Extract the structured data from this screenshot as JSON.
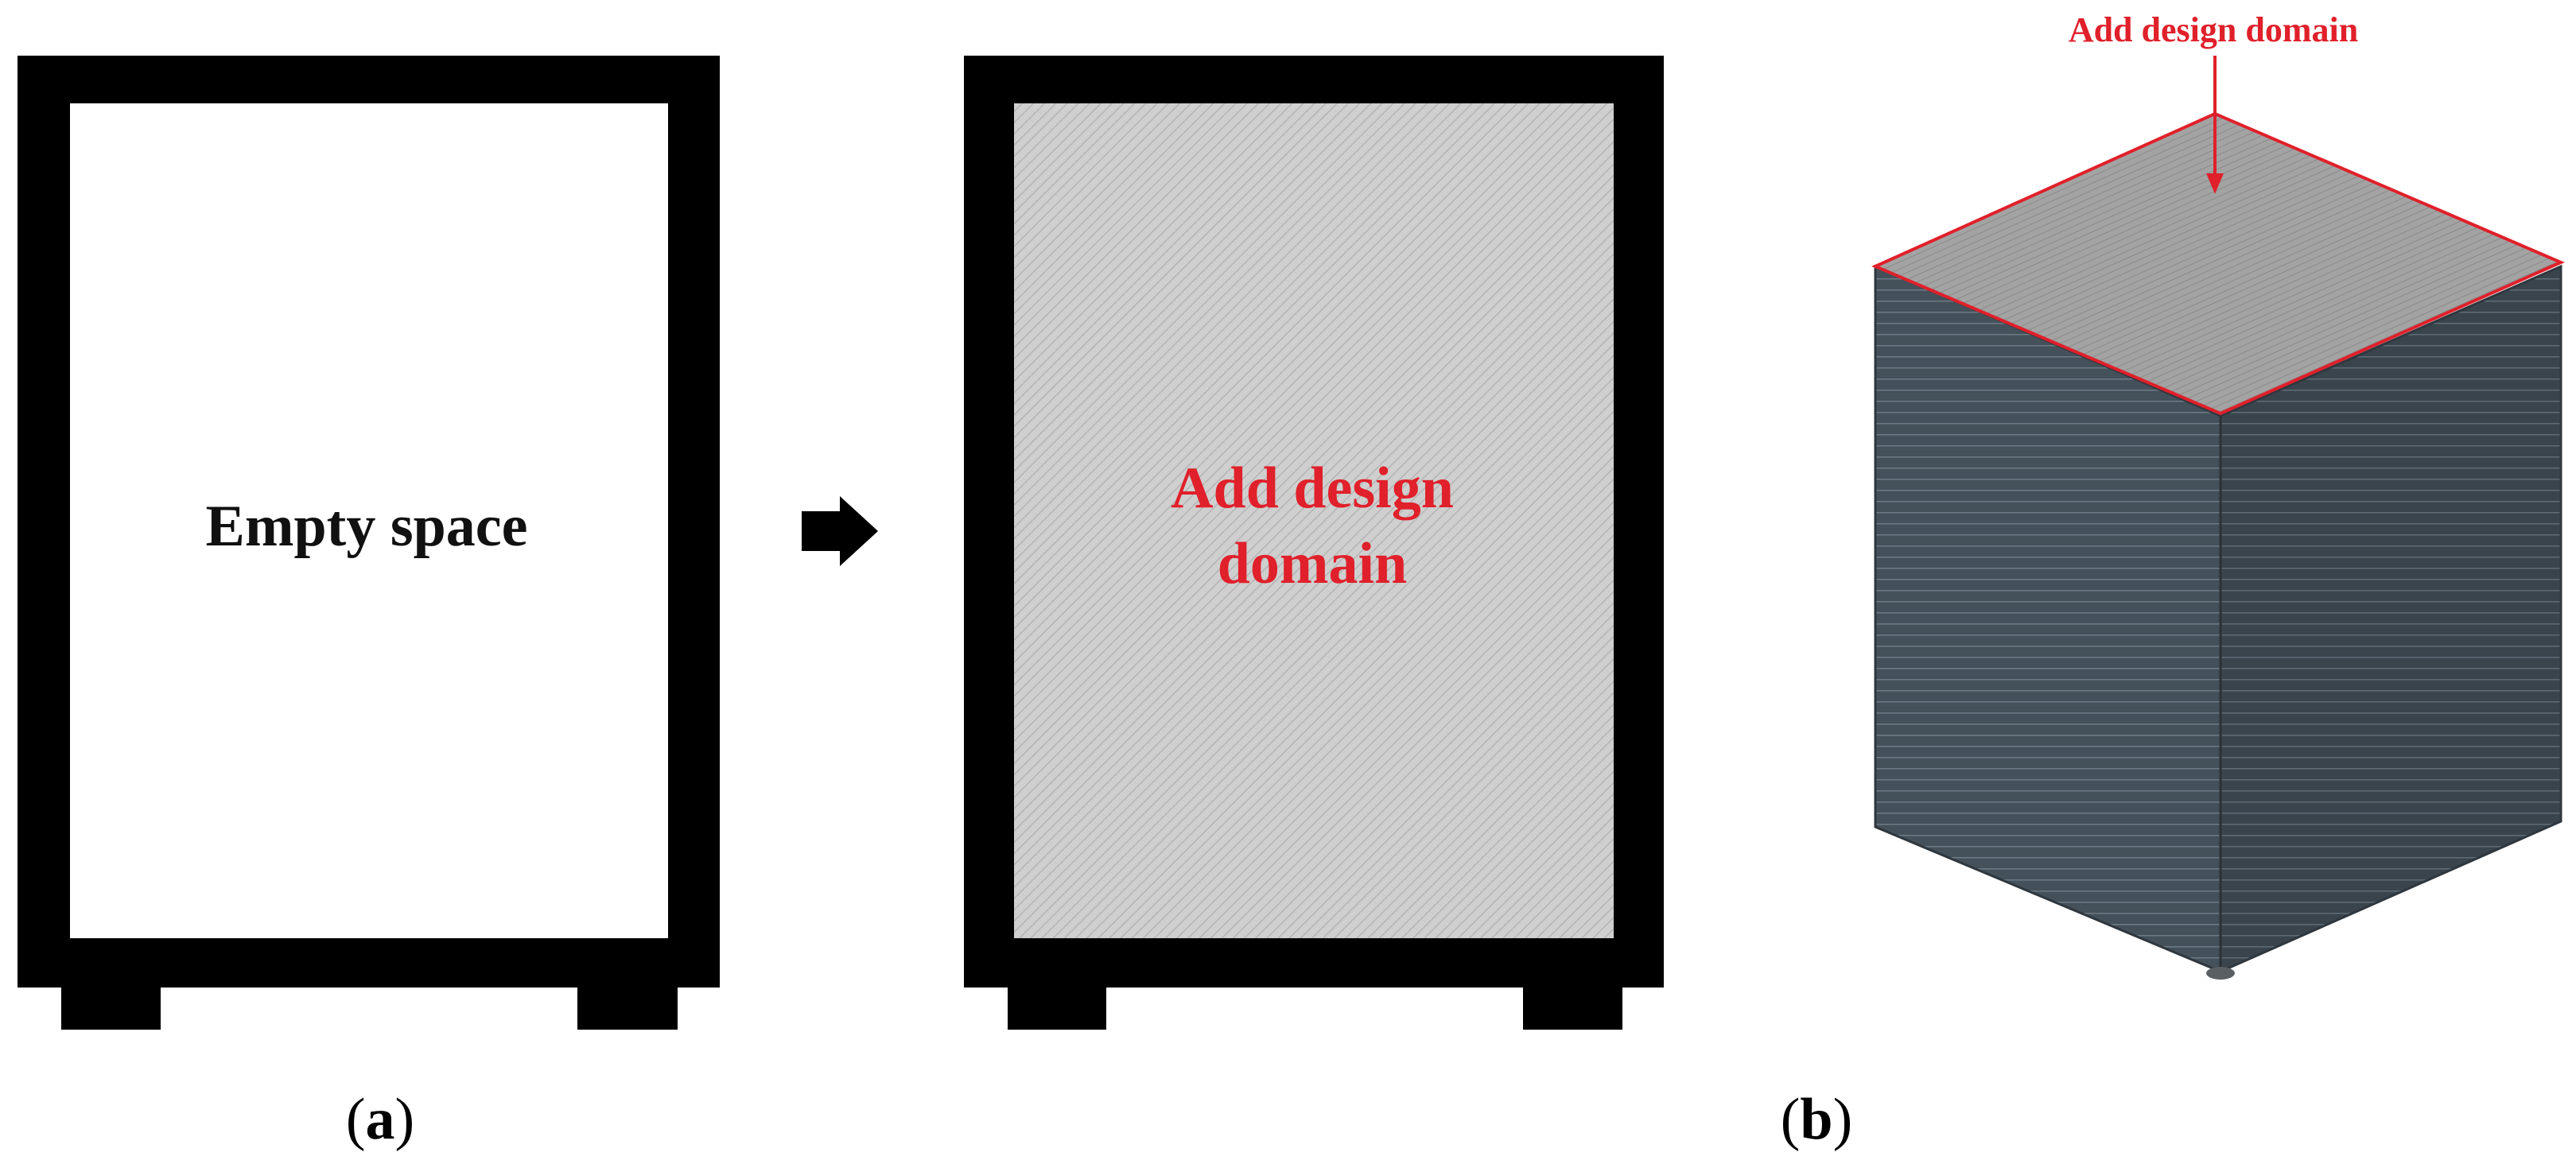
{
  "panel_a": {
    "empty_label": "Empty space",
    "design_label_line1": "Add design",
    "design_label_line2": "domain",
    "caption_open": "(",
    "caption_letter": "a",
    "caption_close": ")"
  },
  "panel_b": {
    "design_label": "Add design domain",
    "caption_open": "(",
    "caption_letter": "b",
    "caption_close": ")"
  },
  "colors": {
    "frame": "#000000",
    "design_fill": "#c4c4c4",
    "label_red": "#e0202a",
    "cube_side": "#3c4650",
    "cube_top": "#9a9a9a"
  }
}
